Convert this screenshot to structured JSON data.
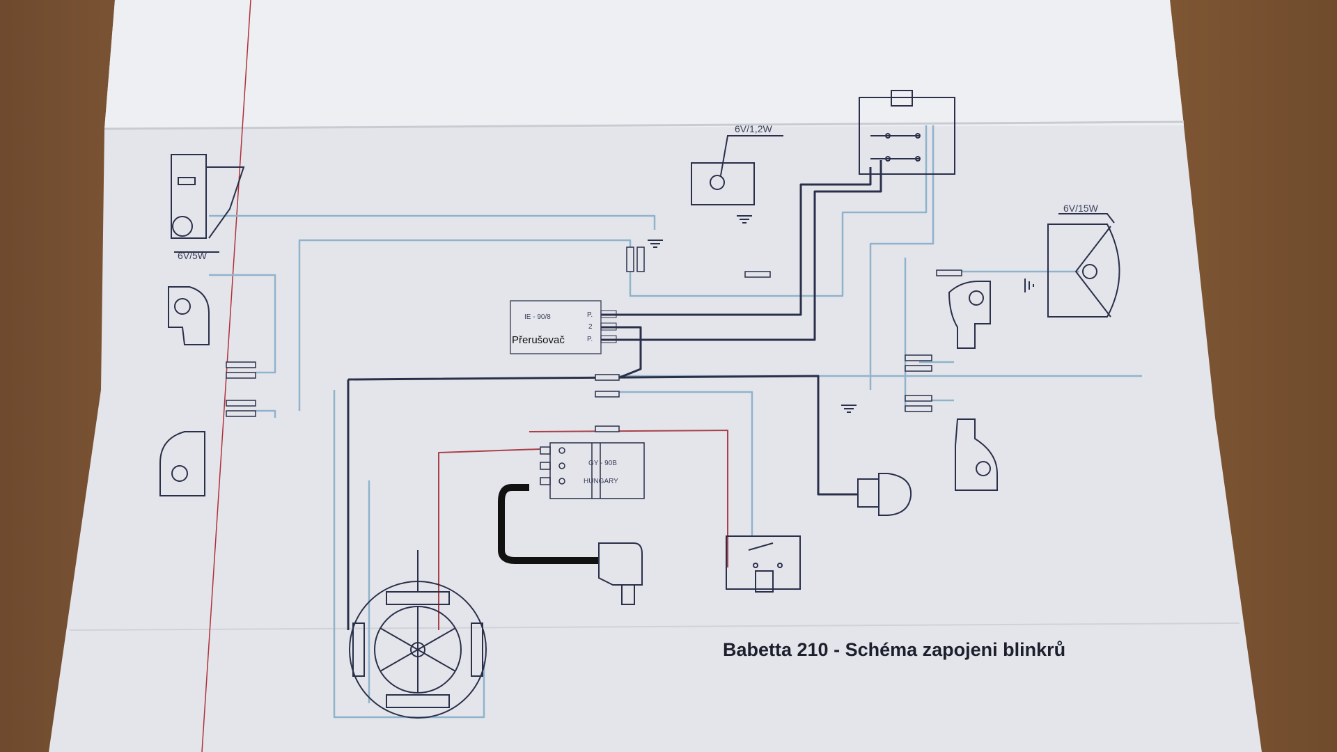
{
  "title": "Babetta 210 - Schéma zapojeni blinkrů",
  "labels": {
    "rear_lamp": "6V/5W",
    "indicator_lamp": "6V/1,2W",
    "headlight": "6V/15W",
    "flasher_name": "Přerušovač",
    "flasher_type": "IE - 90/8",
    "flasher_pins": [
      "P.",
      "2",
      "P."
    ],
    "regulator_type": "GY - 90B",
    "regulator_origin": "HUNGARY"
  },
  "colors": {
    "paper": "#e6e6ea",
    "wire_dark": "#2a2f4a",
    "wire_blue": "#8fb3cc",
    "wire_red": "#a8404a",
    "margin_line": "#b0303a"
  }
}
